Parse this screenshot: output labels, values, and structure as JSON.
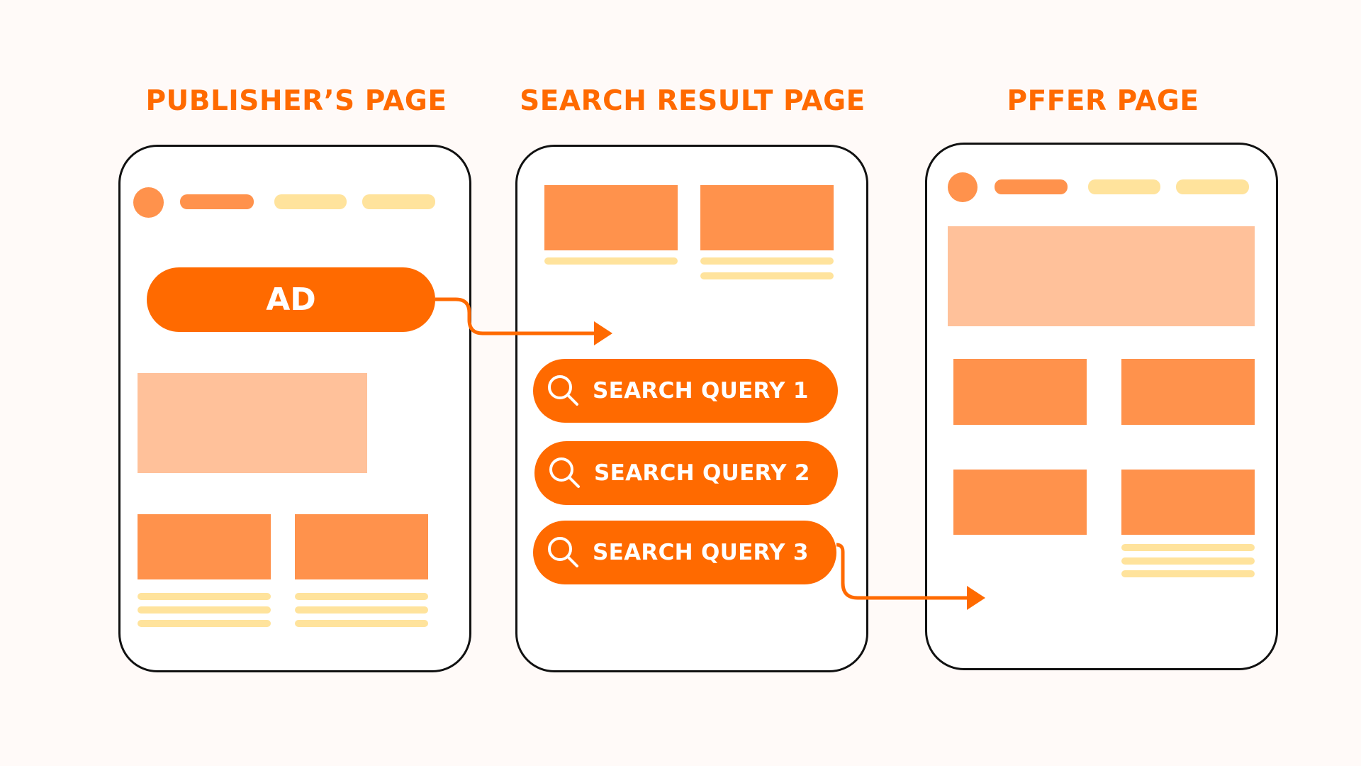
{
  "colors": {
    "background": "#fffaf8",
    "accent": "#ff6a00",
    "block_medium": "#ff924c",
    "block_light": "#ffc19a",
    "text_line": "#ffe39c",
    "panel_border": "#111111"
  },
  "columns": {
    "publisher": {
      "title": "PUBLISHER’S PAGE"
    },
    "search": {
      "title": "SEARCH RESULT PAGE"
    },
    "offer": {
      "title": "PFFER PAGE"
    }
  },
  "publisher_page": {
    "ad_label": "AD"
  },
  "search_page": {
    "queries": [
      {
        "label": "SEARCH QUERY 1",
        "icon": "search-icon"
      },
      {
        "label": "SEARCH QUERY 2",
        "icon": "search-icon"
      },
      {
        "label": "SEARCH QUERY 3",
        "icon": "search-icon"
      }
    ]
  },
  "flow": [
    {
      "from": "ad-button",
      "to": "search-result-page"
    },
    {
      "from": "search-query-3-button",
      "to": "offer-page"
    }
  ]
}
